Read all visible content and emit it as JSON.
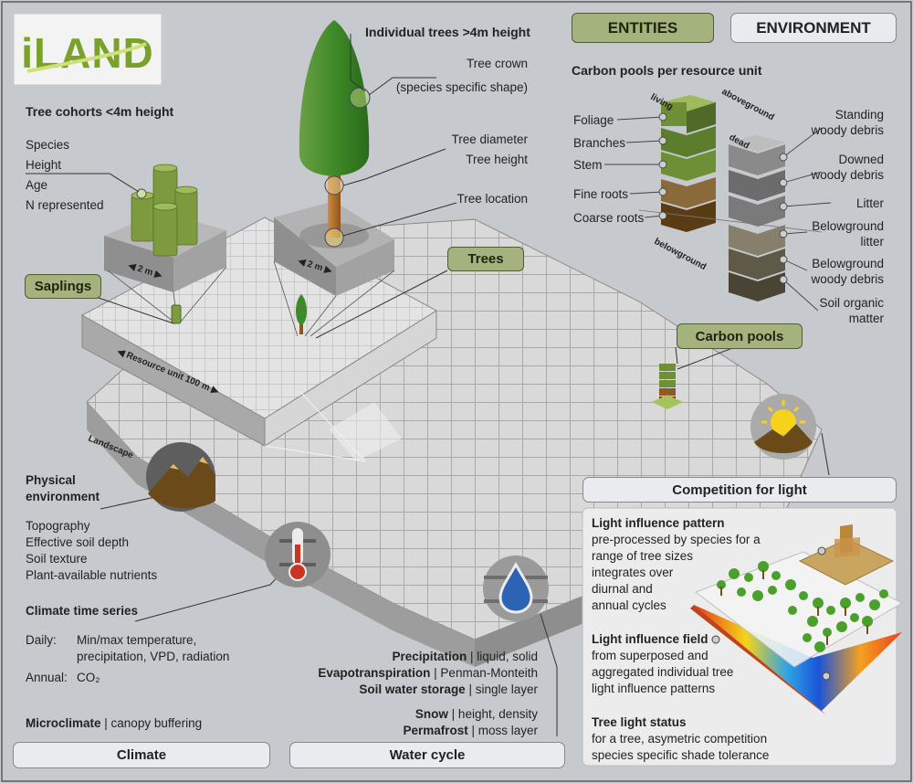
{
  "logo": "iLAND",
  "tabs": {
    "entities": "ENTITIES",
    "environment": "ENVIRONMENT"
  },
  "individual_trees": {
    "title": "Individual trees >4m height",
    "crown": [
      "Tree crown",
      "(species specific shape)"
    ],
    "diameter": [
      "Tree diameter",
      "Tree height"
    ],
    "location": "Tree location"
  },
  "cohorts": {
    "title": "Tree cohorts <4m height",
    "attrs": [
      "Species",
      "Height",
      "Age",
      "N represented"
    ]
  },
  "labels": {
    "saplings": "Saplings",
    "trees": "Trees",
    "carbon_pools": "Carbon pools",
    "two_m_a": "2 m",
    "two_m_b": "2 m",
    "resource_unit": "Resource unit 100 m",
    "landscape": "Landscape"
  },
  "carbon": {
    "title": "Carbon pools per resource unit",
    "living": "living",
    "aboveground": "aboveground",
    "dead": "dead",
    "belowground": "belowground",
    "left_labels": [
      "Foliage",
      "Branches",
      "Stem",
      "Fine roots",
      "Coarse roots"
    ],
    "right_labels": [
      [
        "Standing",
        "woody debris"
      ],
      [
        "Downed",
        "woody debris"
      ],
      [
        "Litter"
      ],
      [
        "Belowground",
        "litter"
      ],
      [
        "Belowground",
        "woody debris"
      ],
      [
        "Soil organic",
        "matter"
      ]
    ]
  },
  "physical": {
    "title": [
      "Physical",
      "environment"
    ],
    "items": [
      "Topography",
      "Effective soil depth",
      "Soil texture",
      "Plant-available nutrients"
    ]
  },
  "climate": {
    "title": "Climate time series",
    "daily_key": "Daily:",
    "daily_val": [
      "Min/max temperature,",
      "precipitation, VPD, radiation"
    ],
    "annual_key": "Annual:",
    "annual_val": "CO₂",
    "micro_bold": "Microclimate",
    "micro_rest": " | canopy buffering",
    "bar": "Climate"
  },
  "water": {
    "rows": [
      {
        "b": "Precipitation",
        "r": " | liquid, solid"
      },
      {
        "b": "Evapotranspiration",
        "r": " | Penman-Monteith"
      },
      {
        "b": "Soil water storage",
        "r": " | single layer"
      },
      {
        "b": "Snow",
        "r": "  | height, density"
      },
      {
        "b": "Permafrost",
        "r": " | moss layer"
      }
    ],
    "bar": "Water cycle"
  },
  "light": {
    "bar": "Competition for light",
    "pattern_title": "Light influence pattern",
    "pattern_text": [
      "pre-processed by species for a",
      "range of tree sizes",
      "integrates over",
      "diurnal and",
      "annual cycles"
    ],
    "field_title": "Light influence field",
    "field_text": [
      "from superposed and",
      "aggregated individual tree",
      "light influence patterns"
    ],
    "status_title": "Tree light status",
    "status_text": [
      "for a tree, asymetric competition",
      "species specific shade tolerance"
    ]
  },
  "colors": {
    "green_pill": "#a4b27e",
    "tree_green": "#3e8a28",
    "grid": "#dcdcdc",
    "background": "#c6c9ce"
  }
}
